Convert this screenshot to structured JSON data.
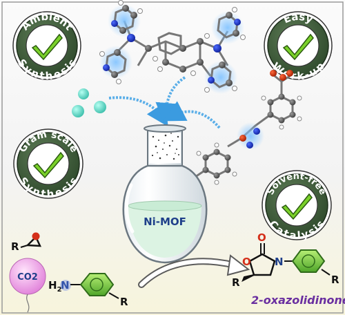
{
  "badges": {
    "ambient": {
      "line1": "Ambient",
      "line2": "Synthesis"
    },
    "easy": {
      "line1": "Easy",
      "line2": "Work-up"
    },
    "gram": {
      "line1": "Gram scale",
      "line2": "Synthesis"
    },
    "solvent": {
      "line1": "Solvent-free",
      "line2": "Catalysis"
    }
  },
  "flask": {
    "label": "Ni-MOF"
  },
  "reactants": {
    "epoxide_r": "R",
    "balloon": "CO2",
    "amine_nh": "H",
    "amine_sub": "2",
    "amine_n": "N",
    "amine_r": "R"
  },
  "product": {
    "name": "2-oxazolidinone",
    "carbonyl_o": "O",
    "ring_o": "O",
    "ring_n": "N",
    "r_left": "R",
    "r_right": "R"
  },
  "colors": {
    "badge_fill": "#3e5a3a",
    "check": "#7ad12a",
    "flask_liquid": "#dff5e6",
    "product_text": "#6a2fa0",
    "ni_sphere": "#5fd9c6"
  }
}
